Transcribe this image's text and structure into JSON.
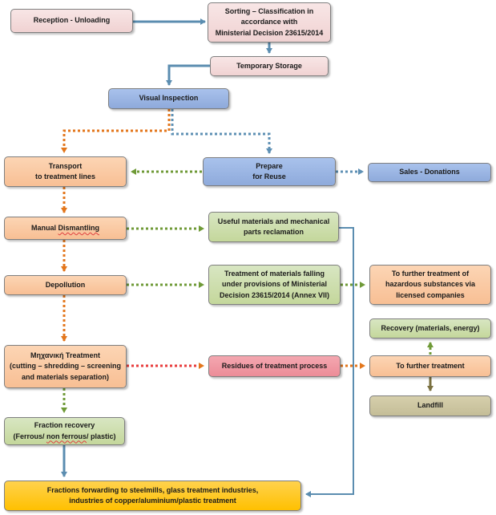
{
  "boxes": {
    "reception": "Reception - Unloading",
    "sorting": "Sorting – Classification in\naccordance with\nMinisterial Decision 23615/2014",
    "temp_storage": "Temporary Storage",
    "visual_inspection": "Visual Inspection",
    "transport": "Transport\nto treatment lines",
    "prepare_reuse": "Prepare\nfor Reuse",
    "sales": "Sales - Donations",
    "manual_dismantling_a": "Manual ",
    "manual_dismantling_b": "Dismantling",
    "useful_materials": "Useful materials and mechanical\nparts reclamation",
    "depollution": "Depollution",
    "treatment_annex": "Treatment of materials falling\nunder provisions of Ministerial\nDecision 23615/2014 (Annex VII)",
    "hazardous": "To further treatment of\nhazardous substances via\nlicensed companies",
    "recovery": "Recovery (materials, energy)",
    "mech_line1": "Μηχανική Treatment",
    "mech_line2": "(cutting – shredding – screening\nand materials separation)",
    "residues": "Residues of treatment process",
    "further_treatment": "To further treatment",
    "landfill": "Landfill",
    "fraction_line1": "Fraction recovery",
    "fraction_line2_pre": "(Ferrous/ ",
    "fraction_line2_u": "non ferrous",
    "fraction_line2_post": "/ plastic)",
    "forwarding": "Fractions forwarding to steelmills, glass treatment industries,\nindustries of copper/aluminium/plastic treatment"
  },
  "colors": {
    "blue_connector": "#5b8db0",
    "orange_dotted": "#e3761b",
    "green_dotted": "#6f9a37",
    "blue_dotted": "#5e90b4",
    "red_dotted": "#e83c3c",
    "olive_arrow": "#7a7040"
  }
}
